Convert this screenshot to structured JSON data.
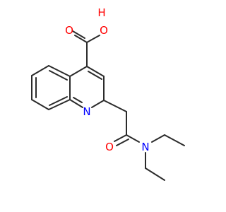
{
  "molecule": {
    "atoms": {
      "hydroxyl_h": {
        "label": "H",
        "color": "#ff0000"
      },
      "hydroxyl_o": {
        "label": "O",
        "color": "#ff0000"
      },
      "carbonyl_o_acid": {
        "label": "O",
        "color": "#ff0000"
      },
      "ring_n": {
        "label": "N",
        "color": "#0000ff"
      },
      "carbonyl_o_amide": {
        "label": "O",
        "color": "#ff0000"
      },
      "amide_n": {
        "label": "N",
        "color": "#0000ff"
      }
    },
    "bond_color": "#2b2b2b"
  }
}
